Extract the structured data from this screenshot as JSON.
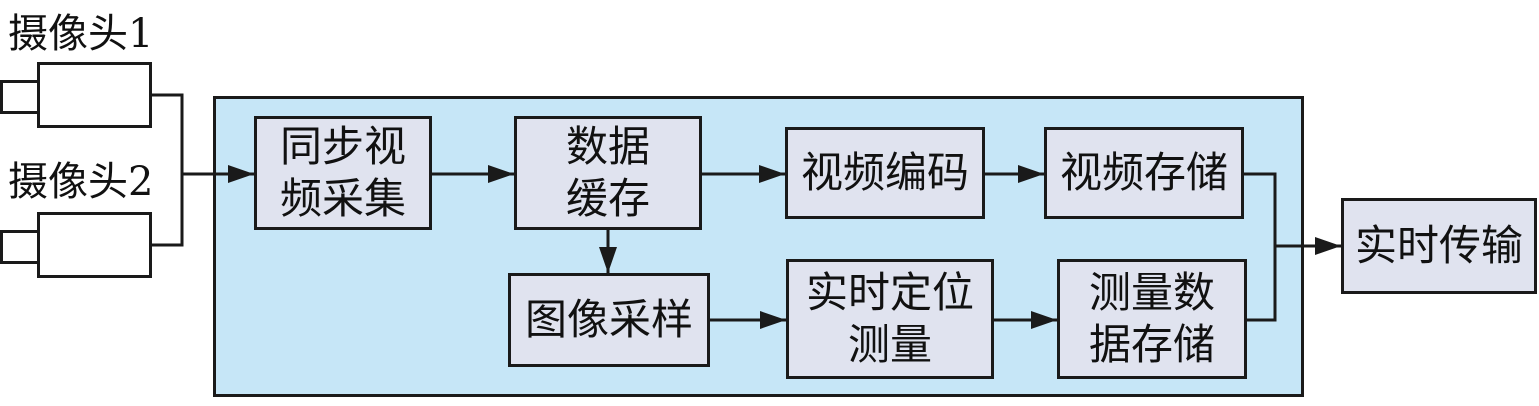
{
  "cameras": [
    {
      "label": "摄像头1"
    },
    {
      "label": "摄像头2"
    }
  ],
  "nodes": {
    "sync_capture": {
      "lines": [
        "同步视",
        "频采集"
      ]
    },
    "data_buffer": {
      "lines": [
        "数据",
        "缓存"
      ]
    },
    "video_encode": {
      "lines": [
        "视频编码"
      ]
    },
    "video_store": {
      "lines": [
        "视频存储"
      ]
    },
    "image_sample": {
      "lines": [
        "图像采样"
      ]
    },
    "realtime_locate": {
      "lines": [
        "实时定位",
        "测量"
      ]
    },
    "measure_store": {
      "lines": [
        "测量数",
        "据存储"
      ]
    },
    "realtime_transmit": {
      "lines": [
        "实时传输"
      ]
    }
  },
  "colors": {
    "panel_fill": "#c6e6f7",
    "box_fill": "#e0e3ef",
    "stroke": "#1a1a1a"
  }
}
